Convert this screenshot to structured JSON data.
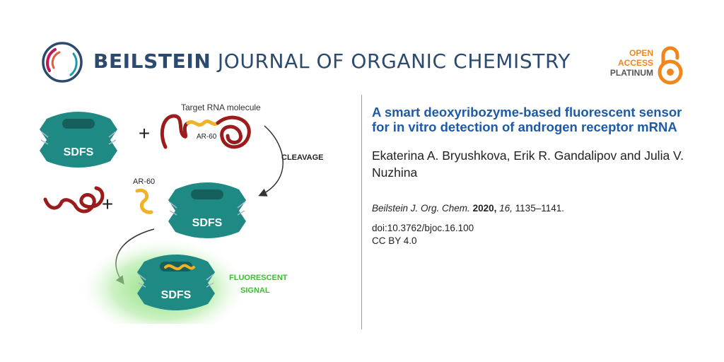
{
  "header": {
    "journal_bold": "BEILSTEIN",
    "journal_rest": "JOURNAL OF ORGANIC CHEMISTRY",
    "oa_line1": "OPEN",
    "oa_line2": "ACCESS",
    "oa_line3": "PLATINUM"
  },
  "figure": {
    "target_label": "Target RNA molecule",
    "ar60_top": "AR-60",
    "ar60_mid": "AR-60",
    "cleavage": "CLEAVAGE",
    "sdfs1": "SDFS",
    "sdfs2": "SDFS",
    "sdfs3": "SDFS",
    "plus1": "+",
    "plus2": "+",
    "fluor_line1": "FLUORESCENT",
    "fluor_line2": "SIGNAL"
  },
  "article": {
    "title": "A smart deoxyribozyme-based fluorescent sensor for in vitro detection of androgen re­ceptor mRNA",
    "authors": "Ekaterina A. Bryushkova, Erik R. Gandalipov and Ju­lia V. Nuzhina",
    "journal_abbrev": "Beilstein J. Org. Chem.",
    "year": "2020,",
    "volume": "16,",
    "pages": "1135–1141.",
    "doi": "doi:10.3762/bjoc.16.100",
    "license": "CC BY 4.0"
  },
  "colors": {
    "brand_navy": "#2b4a6e",
    "title_blue": "#1f5aa6",
    "oa_orange": "#f0861e",
    "teal": "#1f8a84",
    "rna_red": "#9b1c1c",
    "ar_yellow": "#f2b225",
    "glow_green": "#7ad86a",
    "signal_green": "#3bbf2e"
  }
}
